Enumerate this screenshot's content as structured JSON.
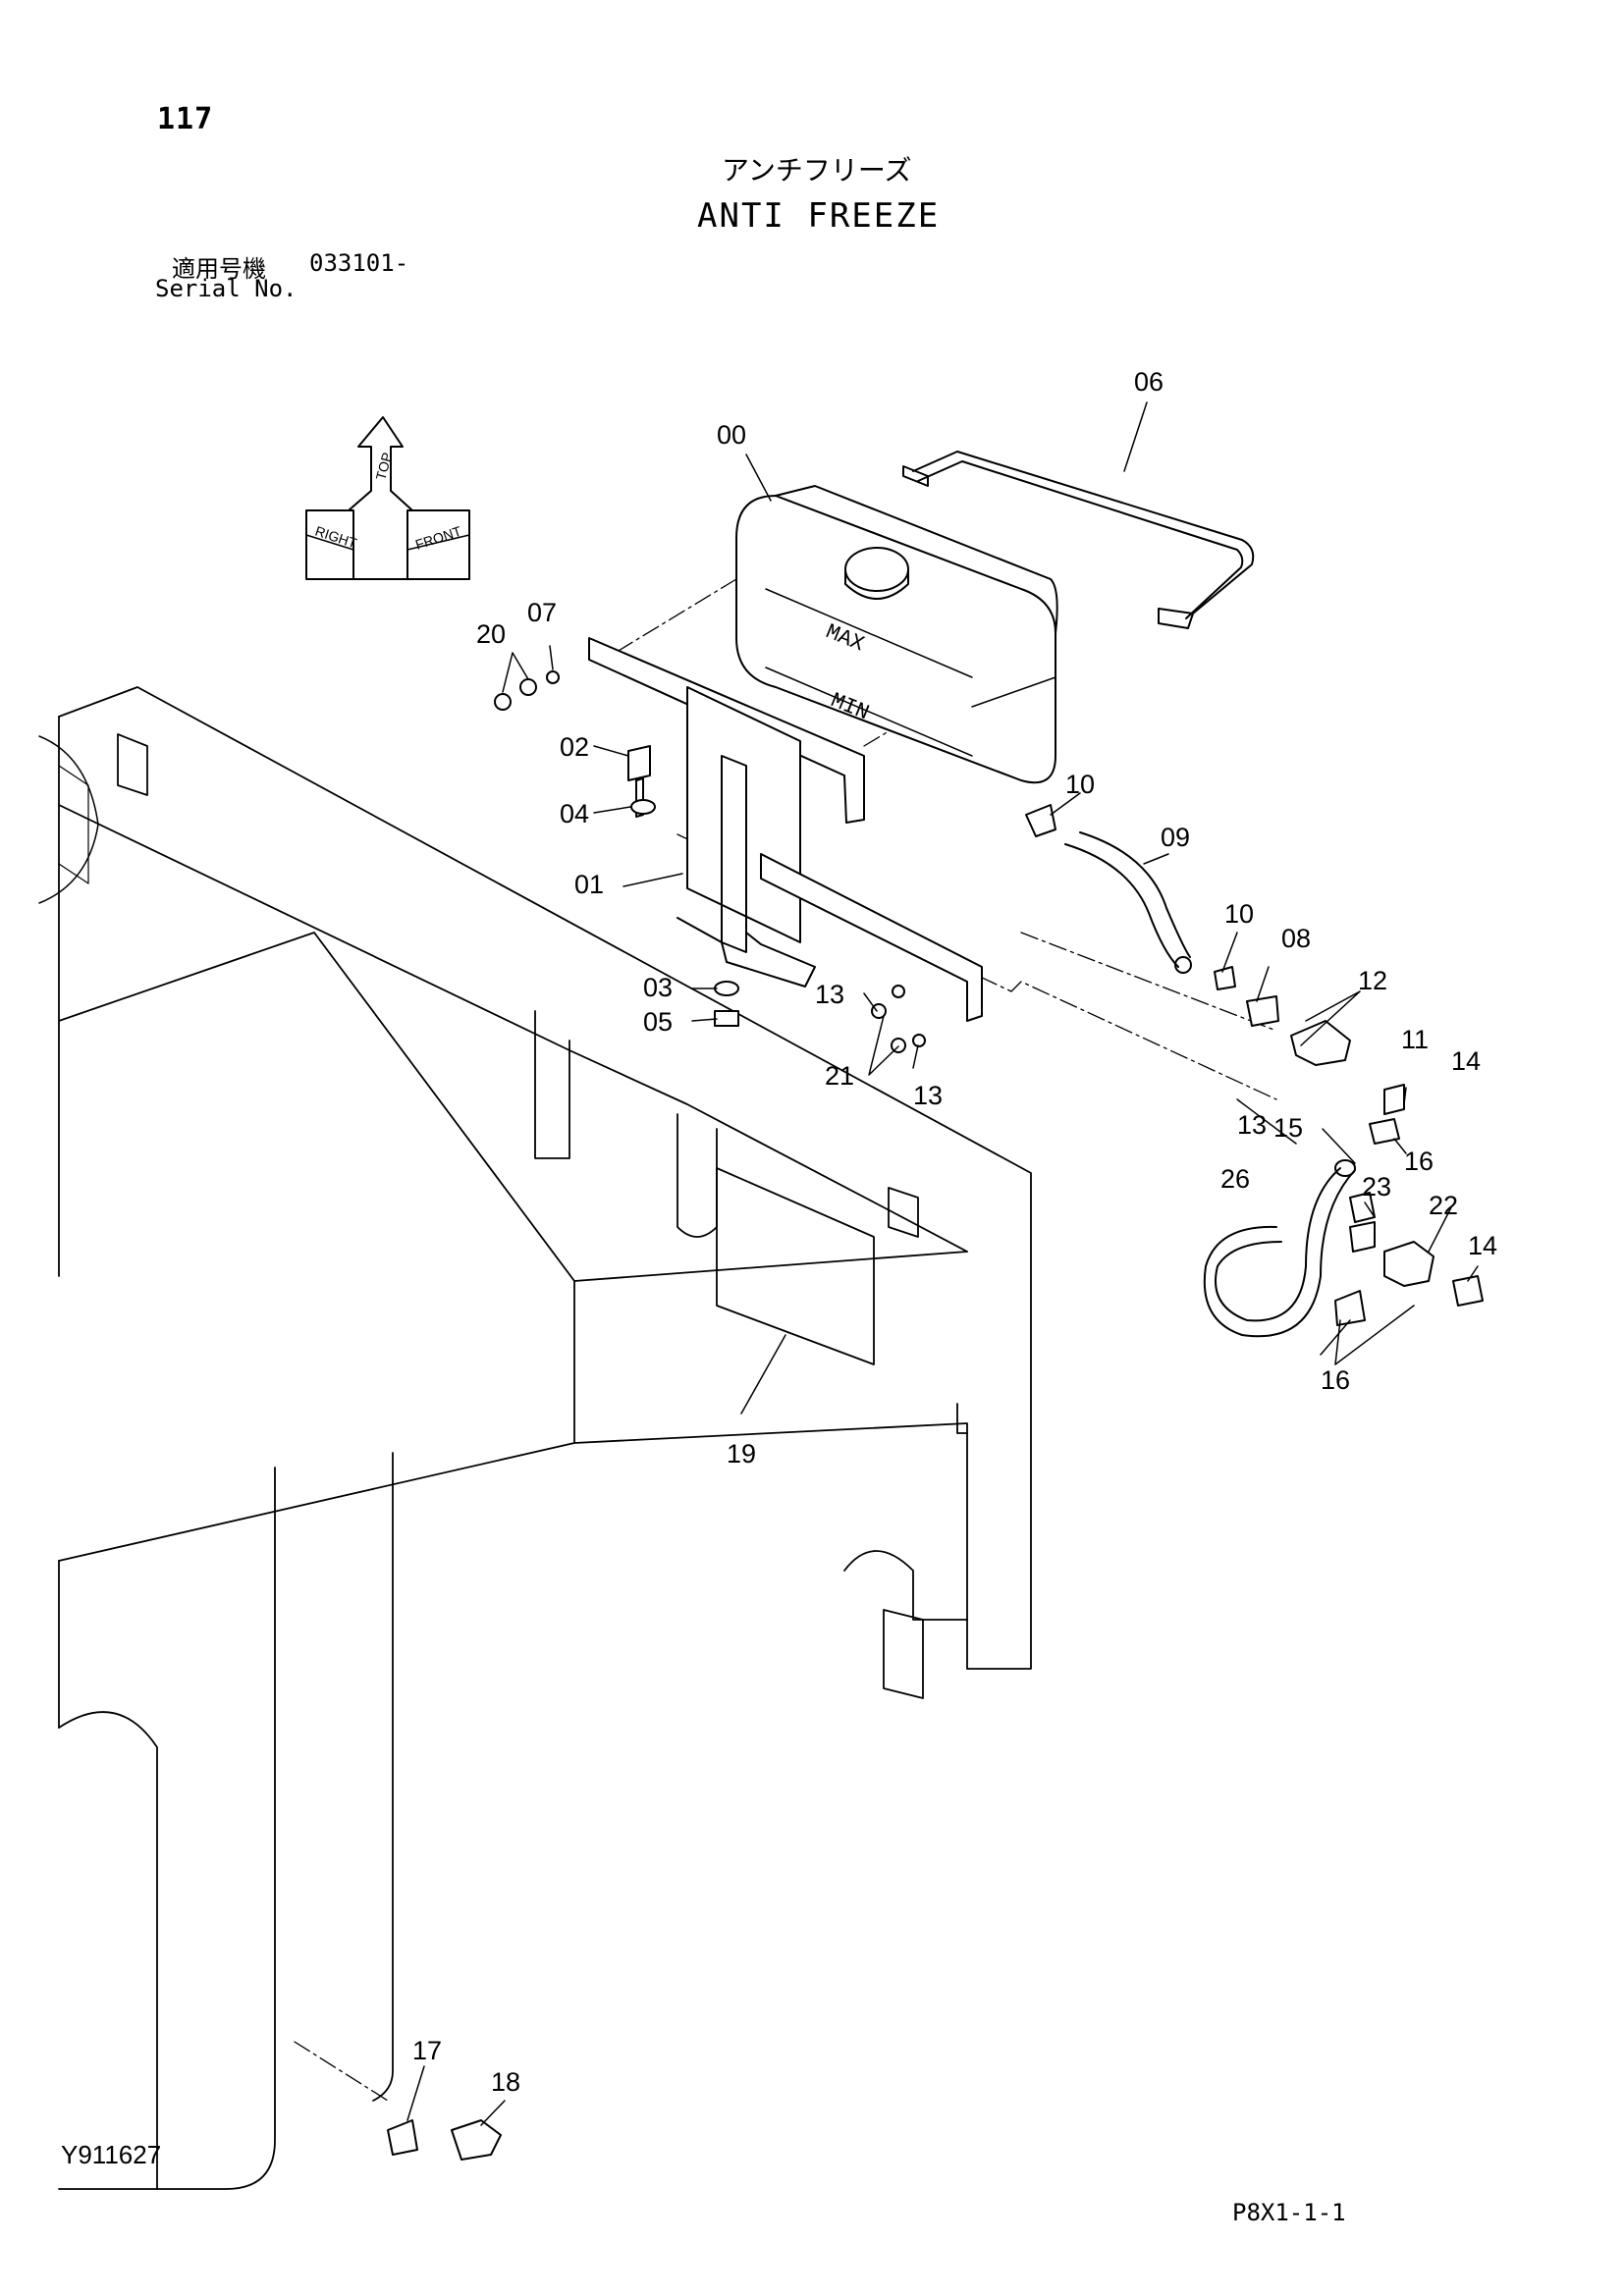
{
  "header": {
    "page_number": "117",
    "title_ja": "アンチフリーズ",
    "title_en": "ANTI FREEZE",
    "serial_label_ja": "適用号機",
    "serial_value": "033101-",
    "serial_label_en": "Serial No."
  },
  "footer": {
    "drawing_id": "Y911627",
    "page_code": "P8X1-1-1"
  },
  "orientation": {
    "top": "TOP",
    "right": "RIGHT",
    "front": "FRONT"
  },
  "tank_marks": {
    "max": "MAX",
    "min": "MIN"
  },
  "callouts": [
    "00",
    "06",
    "20",
    "07",
    "02",
    "04",
    "01",
    "10",
    "09",
    "10",
    "08",
    "12",
    "11",
    "14",
    "03",
    "05",
    "13",
    "13",
    "21",
    "13",
    "15",
    "16",
    "26",
    "23",
    "22",
    "14",
    "16",
    "19",
    "17",
    "18"
  ]
}
